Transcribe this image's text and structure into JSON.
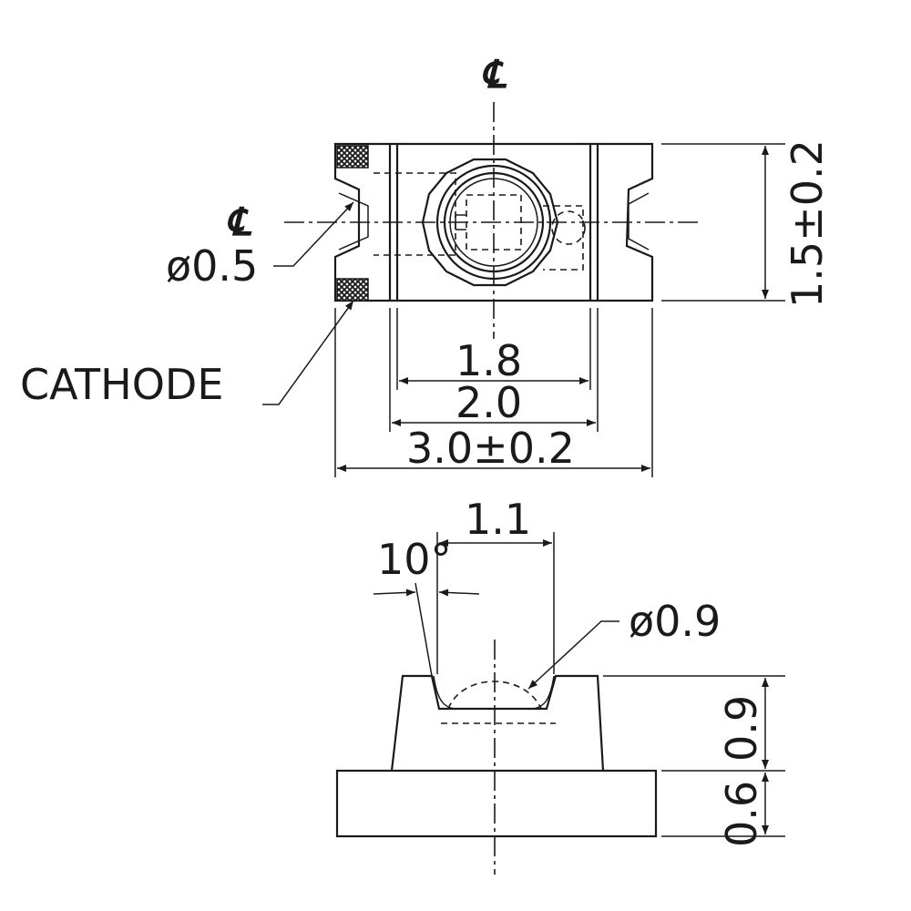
{
  "top_view": {
    "centerline_top": "℄",
    "centerline_left": "℄",
    "hole_dia": "ø0.5",
    "cathode": "CATHODE",
    "dim_inner": "1.8",
    "dim_mid": "2.0",
    "dim_width": "3.0±0.2",
    "dim_height": "1.5±0.2"
  },
  "side_view": {
    "dim_top": "1.1",
    "angle": "10°",
    "lens_dia": "ø0.9",
    "dim_upper": "0.9",
    "dim_lower": "0.6"
  }
}
